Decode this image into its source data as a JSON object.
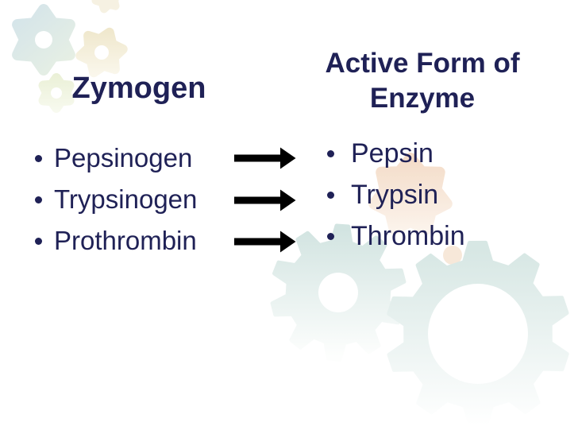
{
  "slide": {
    "heading_left": "Zymogen",
    "heading_right": "Active Form of Enzyme",
    "zymogen_items": [
      "Pepsinogen",
      "Trypsinogen",
      "Prothrombin"
    ],
    "enzyme_items": [
      "Pepsin",
      "Trypsin",
      "Thrombin"
    ],
    "icons": {
      "arrow": "right-block-arrow-icon",
      "bullet": "bullet-dot",
      "decorations": [
        "teal-star-gear-icon",
        "cream-star-gear-icon",
        "green-star-gear-icon",
        "peach-star-gear-icon",
        "large-teal-gear-icon"
      ]
    },
    "colors": {
      "text": "#1f2156",
      "arrow": "#000000",
      "background": "#ffffff",
      "gear_teal": "#d5e6e3",
      "gear_blue": "#d4e4ea",
      "gear_cream": "#efe7cb",
      "gear_green": "#eaf0d6",
      "gear_peach": "#f3d8c2"
    }
  }
}
